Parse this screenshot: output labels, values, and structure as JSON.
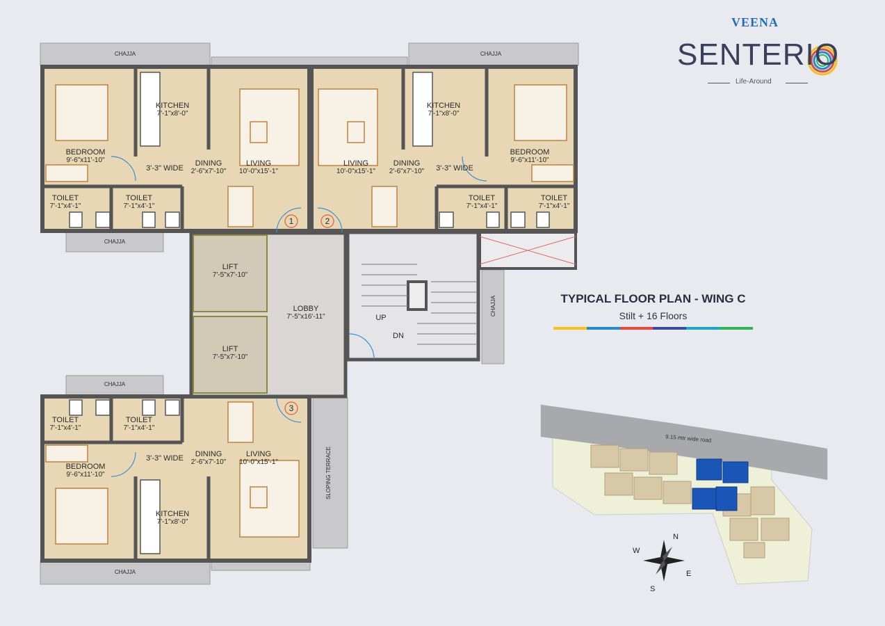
{
  "brand": {
    "top": "VEENA",
    "name": "SENTERIO",
    "tagline": "Life-Around"
  },
  "title": {
    "main": "TYPICAL FLOOR PLAN - WING C",
    "sub": "Stilt + 16 Floors",
    "bar_colors": [
      "#f2c218",
      "#1f8ed1",
      "#e8473c",
      "#3a4aa8",
      "#1aa7c7",
      "#2fb55a"
    ]
  },
  "plan": {
    "chajja": "CHAJJA",
    "lobby": {
      "name": "LOBBY",
      "dim": "7'-5\"x16'-11\""
    },
    "lift": {
      "name": "LIFT",
      "dim": "7'-5\"x7'-10\""
    },
    "stairs": {
      "up": "UP",
      "dn": "DN"
    },
    "sloping_terrace": "SLOPING TERRACE",
    "bedroom": {
      "name": "BEDROOM",
      "dim": "9'-6\"x11'-10\""
    },
    "kitchen": {
      "name": "KITCHEN",
      "dim": "7'-1\"x8'-0\""
    },
    "dining": {
      "name": "DINING",
      "dim": "2'-6\"x7'-10\""
    },
    "living": {
      "name": "LIVING",
      "dim": "10'-0\"x15'-1\""
    },
    "toilet": {
      "name": "TOILET",
      "dim": "7'-1\"x4'-1\""
    },
    "passage": "3'-3\" WIDE",
    "unit_numbers": [
      "1",
      "2",
      "3"
    ]
  },
  "site": {
    "road": "9.15 mtr wide road",
    "compass": {
      "n": "N",
      "s": "S",
      "e": "E",
      "w": "W"
    },
    "colors": {
      "highlight": "#1a55b8",
      "building": "#d7c9a8",
      "ground": "#eef0d8",
      "road": "#a7a9ad"
    }
  }
}
